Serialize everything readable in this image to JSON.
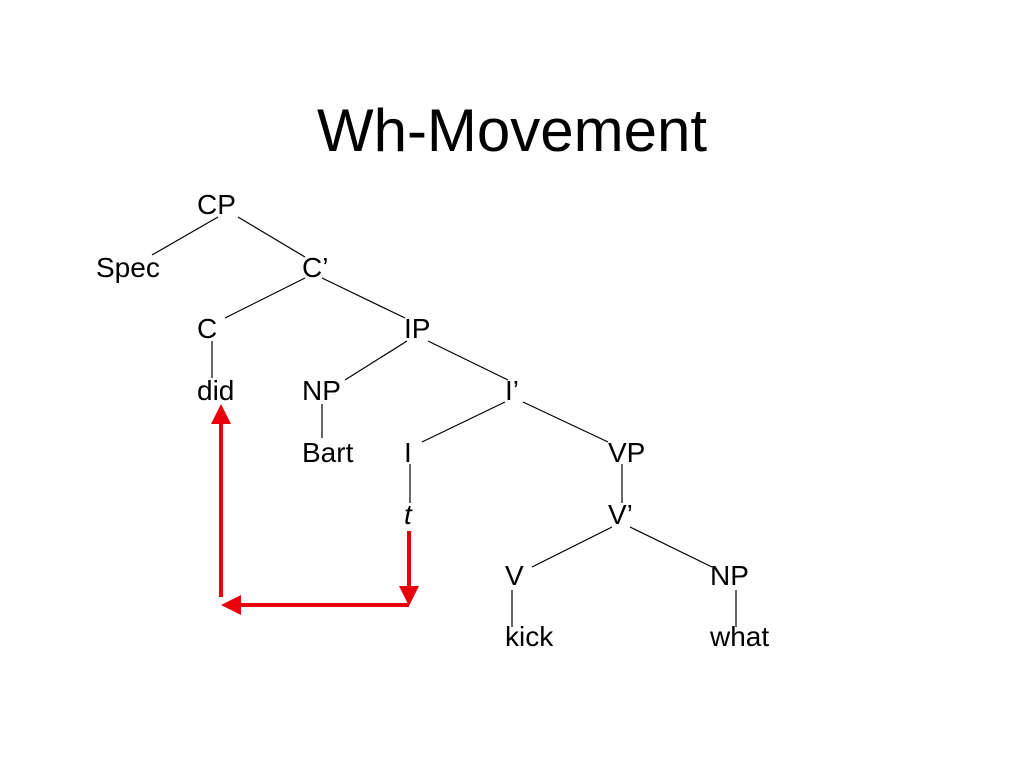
{
  "slide": {
    "title": "Wh-Movement"
  },
  "tree": {
    "nodes": {
      "cp": "CP",
      "spec": "Spec",
      "c_bar": "C’",
      "c": "C",
      "ip": "IP",
      "did": "did",
      "np_subject": "NP",
      "i_bar": "I’",
      "bart": "Bart",
      "i": "I",
      "vp": "VP",
      "trace": "t",
      "v_bar": "V’",
      "v": "V",
      "np_object": "NP",
      "kick": "kick",
      "what": "what"
    },
    "colors": {
      "branch": "#000000",
      "movement_arrow": "#e8000b"
    }
  }
}
